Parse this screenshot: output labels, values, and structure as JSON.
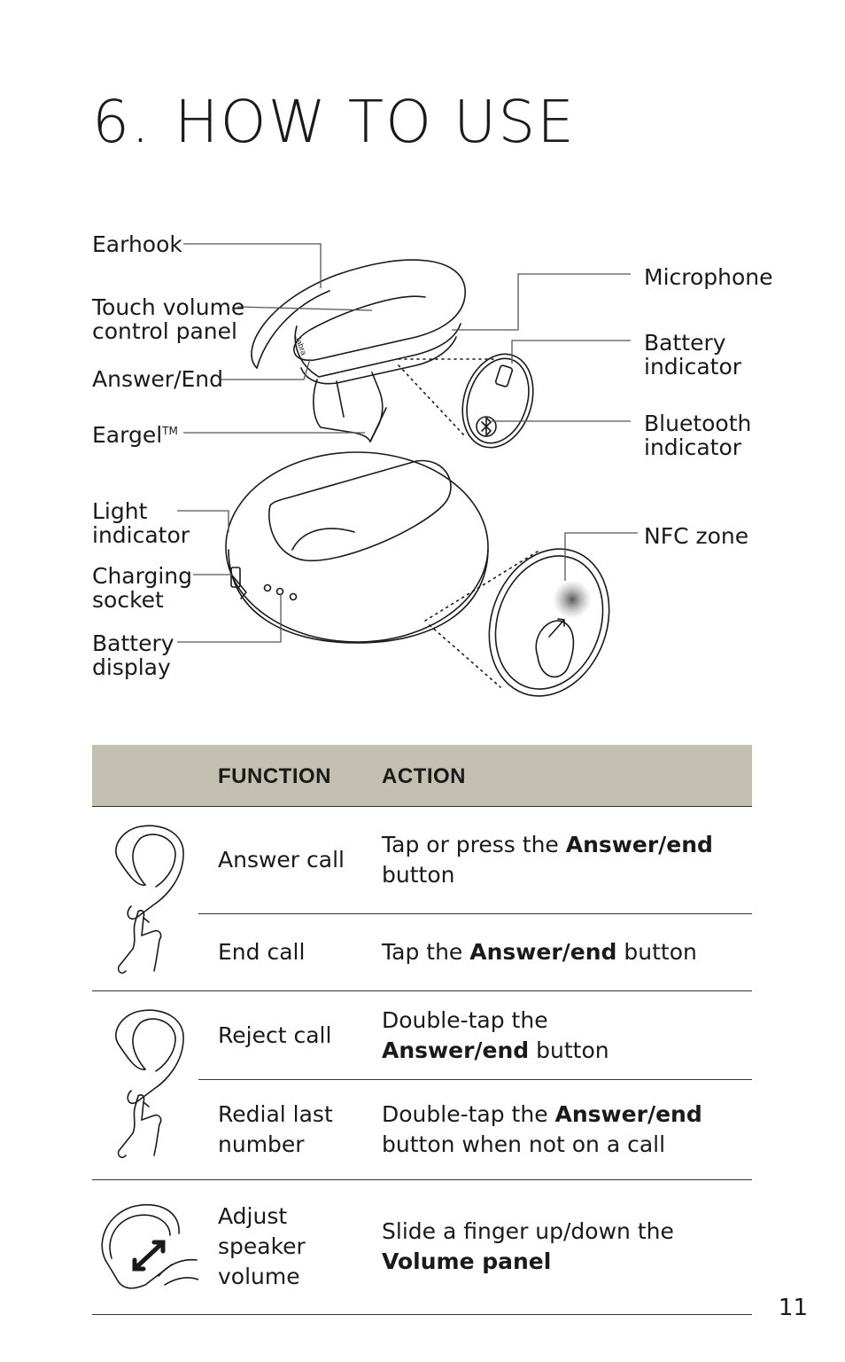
{
  "page": {
    "section_number": "6.",
    "title": "HOW TO USE",
    "page_number": "11"
  },
  "diagram": {
    "labels": {
      "earhook": "Earhook",
      "touch_volume_1": "Touch volume",
      "touch_volume_2": "control panel",
      "answer_end": "Answer/End",
      "eargel": "Eargel",
      "eargel_tm": "TM",
      "light_indicator_1": "Light",
      "light_indicator_2": "indicator",
      "charging_socket_1": "Charging",
      "charging_socket_2": "socket",
      "battery_display_1": "Battery",
      "battery_display_2": "display",
      "microphone": "Microphone",
      "battery_indicator_1": "Battery",
      "battery_indicator_2": "indicator",
      "bluetooth_indicator_1": "Bluetooth",
      "bluetooth_indicator_2": "indicator",
      "nfc_zone": "NFC zone"
    },
    "brand_mark": "Jabra",
    "icons": [
      "bluetooth-icon",
      "battery-icon",
      "nfc-icon",
      "arrow-icon"
    ]
  },
  "table": {
    "header": {
      "function": "FUNCTION",
      "action": "ACTION"
    },
    "header_color": "#c3c0b1",
    "groups": [
      {
        "icon": "headset-press-icon",
        "rows": [
          {
            "function": "Answer call",
            "action_pre": "Tap or press the ",
            "action_bold": "Answer/end",
            "action_post": "button"
          },
          {
            "function": "End call",
            "action_pre": "Tap the ",
            "action_bold": "Answer/end",
            "action_post": " button"
          }
        ]
      },
      {
        "icon": "headset-press-icon",
        "rows": [
          {
            "function": "Reject call",
            "action_pre": "Double-tap the",
            "action_bold": "Answer/end",
            "action_post": " button"
          },
          {
            "function_1": "Redial last",
            "function_2": "number",
            "action_pre": "Double-tap the ",
            "action_bold": "Answer/end",
            "action_post": "button when not on a call"
          }
        ]
      },
      {
        "icon": "headset-slide-icon",
        "rows": [
          {
            "function_1": "Adjust",
            "function_2": "speaker",
            "function_3": "volume",
            "action_pre": "Slide a finger up/down the",
            "action_bold": "Volume panel",
            "action_post": ""
          }
        ]
      }
    ]
  }
}
